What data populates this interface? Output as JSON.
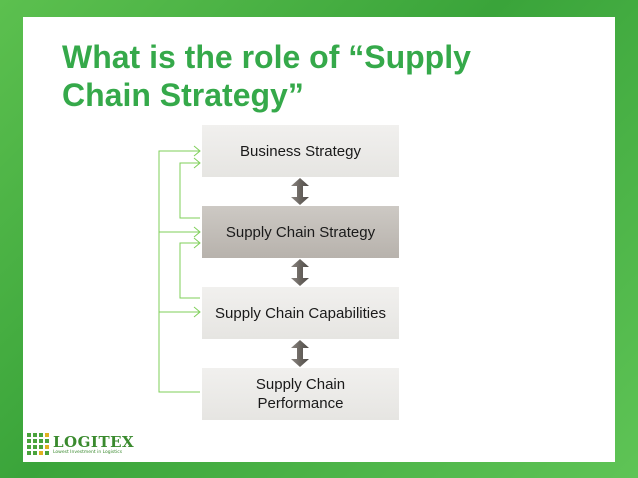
{
  "slide": {
    "title_line1": "What is the role of “Supply",
    "title_line2": "Chain Strategy”",
    "boxes": [
      {
        "label": "Business Strategy"
      },
      {
        "label": "Supply Chain Strategy"
      },
      {
        "label": "Supply Chain Capabilities"
      },
      {
        "label_line1": "Supply Chain",
        "label_line2": "Performance"
      }
    ]
  },
  "logo": {
    "name": "LOGITEX",
    "tagline": "Lowest Investment in Logistics"
  },
  "colors": {
    "title": "#35a94a",
    "feedback_arrows": "#7fcf5a",
    "double_arrows": "#6e6a66",
    "background_green": "#4cb445"
  }
}
